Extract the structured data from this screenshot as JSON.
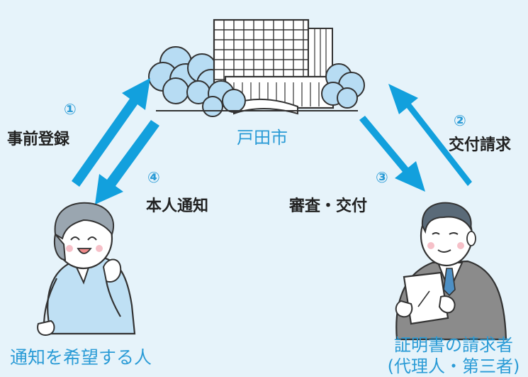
{
  "colors": {
    "background": "#e6f3fa",
    "arrow": "#12a0dd",
    "accent_text": "#2a9bd6",
    "dark_text": "#222222",
    "ink": "#333333",
    "woman_dress": "#bfe0f4",
    "man_suit": "#8b8b8b",
    "skin": "#ffffff",
    "tree": "#b7dcf3",
    "hair_woman": "#9aa6b0",
    "hair_man": "#5a6a78"
  },
  "center": {
    "label": "戸田市",
    "icon": "city-hall-building-icon"
  },
  "steps": [
    {
      "num": "①",
      "label": "事前登録"
    },
    {
      "num": "②",
      "label": "交付請求"
    },
    {
      "num": "③",
      "label": "審査・交付"
    },
    {
      "num": "④",
      "label": "本人通知"
    }
  ],
  "left_person": {
    "label": "通知を希望する人",
    "icon": "woman-person-icon"
  },
  "right_person": {
    "label_line1": "証明書の請求者",
    "label_line2": "(代理人・第三者)",
    "icon": "man-with-document-icon"
  }
}
